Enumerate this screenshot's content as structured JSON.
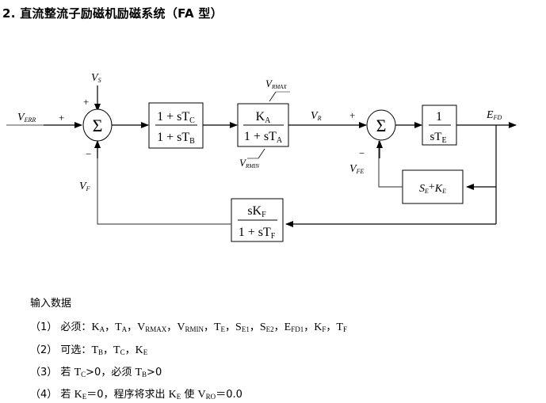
{
  "title": "2. 直流整流子励磁机励磁系统（FA 型）",
  "diagram": {
    "inputs": {
      "verr": {
        "main": "V",
        "sub": "ERR"
      },
      "vs": {
        "main": "V",
        "sub": "S"
      },
      "vf": {
        "main": "V",
        "sub": "F"
      },
      "vr": {
        "main": "V",
        "sub": "R"
      },
      "vfe": {
        "main": "V",
        "sub": "FE"
      },
      "efd": {
        "main": "E",
        "sub": "FD"
      },
      "vrmax": {
        "main": "V",
        "sub": "RMAX"
      },
      "vrmin": {
        "main": "V",
        "sub": "RMIN"
      }
    },
    "signs": {
      "sum1_left": "+",
      "sum1_top": "+",
      "sum1_bottom": "−",
      "sum2_left": "+",
      "sum2_bottom": "−"
    },
    "sum_symbol": "Σ",
    "blocks": {
      "lead_lag": {
        "num": "1 + sT",
        "num_sub": "C",
        "den": "1 + sT",
        "den_sub": "B"
      },
      "amplifier": {
        "num": "K",
        "num_sub": "A",
        "den": "1 + sT",
        "den_sub": "A"
      },
      "exciter": {
        "num": "1",
        "den": "sT",
        "den_sub": "E"
      },
      "saturation": {
        "a": "S",
        "a_sub": "E",
        "plus": "+",
        "b": "K",
        "b_sub": "E"
      },
      "rate_feedback": {
        "num": "sK",
        "num_sub": "F",
        "den": "1 + sT",
        "den_sub": "F"
      }
    }
  },
  "notes": {
    "heading": "输入数据",
    "items": [
      {
        "num": "（1）",
        "label": "必须:",
        "text": "K_A, T_A, V_RMAX, V_RMIN, T_E, S_E1, S_E2, E_FD1, K_F, T_F"
      },
      {
        "num": "（2）",
        "label": "可选:",
        "text": "T_B, T_C, K_E"
      },
      {
        "num": "（3）",
        "label": "若",
        "text": "T_C>0, 必须 T_B>0"
      },
      {
        "num": "（4）",
        "label": "若",
        "text": "K_E＝0, 程序将求出 K_E 使 V_RO＝0.0"
      }
    ],
    "item1": {
      "num": "（1）",
      "label": "必须：",
      "params": [
        {
          "m": "K",
          "s": "A"
        },
        {
          "m": "T",
          "s": "A"
        },
        {
          "m": "V",
          "s": "RMAX"
        },
        {
          "m": "V",
          "s": "RMIN"
        },
        {
          "m": "T",
          "s": "E"
        },
        {
          "m": "S",
          "s": "E1"
        },
        {
          "m": "S",
          "s": "E2"
        },
        {
          "m": "E",
          "s": "FD1"
        },
        {
          "m": "K",
          "s": "F"
        },
        {
          "m": "T",
          "s": "F"
        }
      ]
    },
    "item2": {
      "num": "（2）",
      "label": "可选：",
      "params": [
        {
          "m": "T",
          "s": "B"
        },
        {
          "m": "T",
          "s": "C"
        },
        {
          "m": "K",
          "s": "E"
        }
      ]
    },
    "item3": {
      "num": "（3）",
      "label": "若",
      "p1": {
        "m": "T",
        "s": "C"
      },
      "cond1": ">0，必须",
      "p2": {
        "m": "T",
        "s": "B"
      },
      "cond2": ">0"
    },
    "item4": {
      "num": "（4）",
      "label": "若",
      "p1": {
        "m": "K",
        "s": "E"
      },
      "cond1": "＝0，程序将求出",
      "p2": {
        "m": "K",
        "s": "E"
      },
      "mid": "使",
      "p3": {
        "m": "V",
        "s": "RO"
      },
      "cond2": "＝0.0"
    },
    "separator": "，"
  }
}
